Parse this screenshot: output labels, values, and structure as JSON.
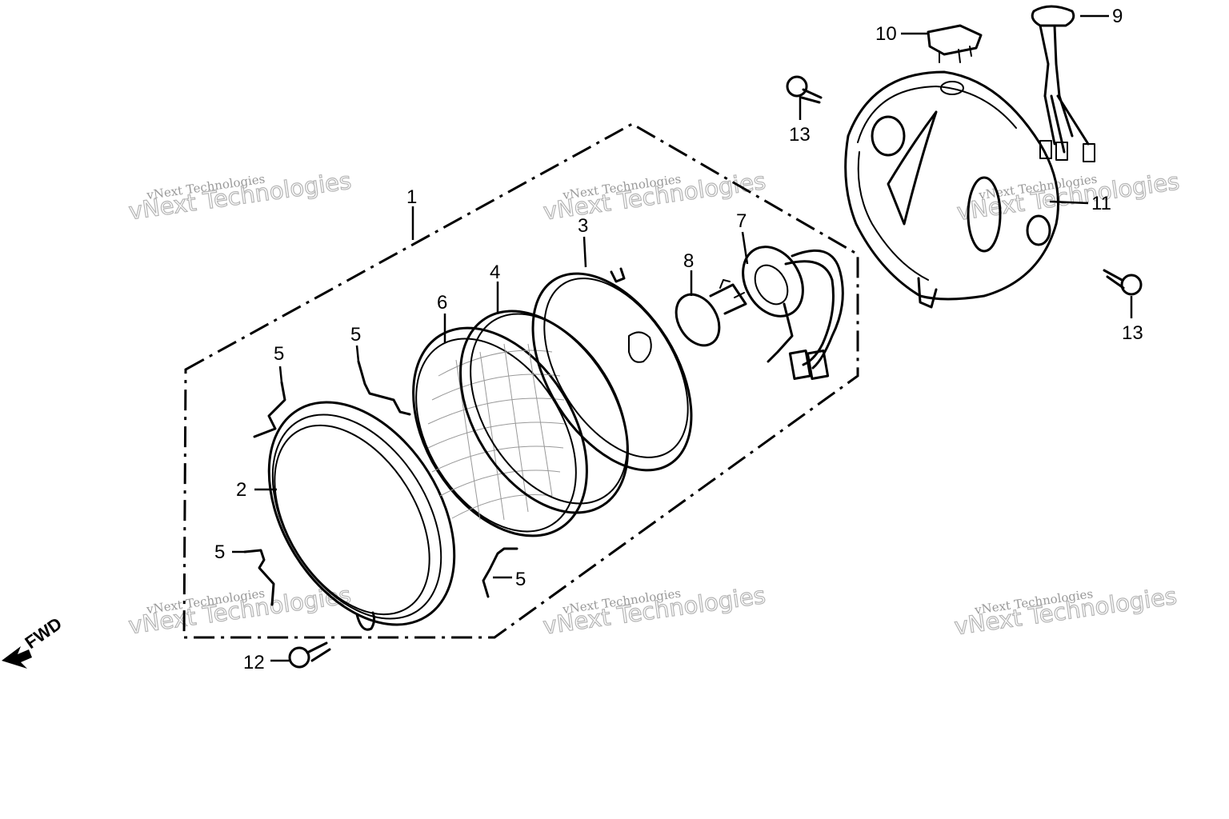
{
  "diagram": {
    "direction_label": "FWD",
    "watermark": {
      "line1": "vNext Technologies",
      "line2": "vNext Technologies"
    },
    "callouts": {
      "c1": "1",
      "c2": "2",
      "c3": "3",
      "c4": "4",
      "c5a": "5",
      "c5b": "5",
      "c5c": "5",
      "c5d": "5",
      "c6": "6",
      "c7": "7",
      "c8": "8",
      "c9": "9",
      "c10": "10",
      "c11": "11",
      "c12": "12",
      "c13a": "13",
      "c13b": "13"
    }
  }
}
